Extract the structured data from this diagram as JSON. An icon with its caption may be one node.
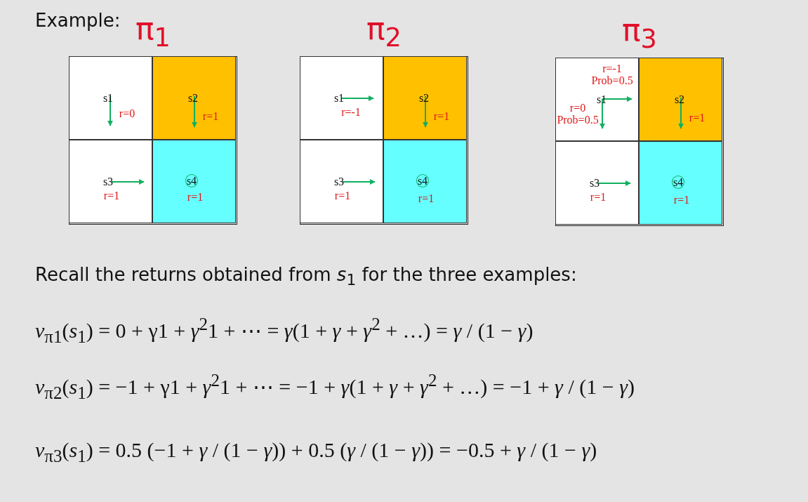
{
  "diagram": {
    "nodes": [
      {
        "text": [
          "π$_{1}$"
        ]
      },
      {
        "text": [
          "s1",
          "r=0"
        ],
        "in": 0
      },
      {
        "text": [
          "s2",
          "r=1"
        ],
        "in": 0
      },
      {
        "text": [
          "s3",
          "r=1"
        ],
        "in": 0
      },
      {
        "text": [
          "s4",
          "r=1"
        ],
        "in": 0
      },
      {
        "text": [
          "π$_{2}$"
        ]
      },
      {
        "text": [
          "s1",
          "r=-1"
        ],
        "in": 5
      },
      {
        "text": [
          "s2",
          "r=1"
        ],
        "in": 5
      },
      {
        "text": [
          "s3",
          "r=1"
        ],
        "in": 5
      },
      {
        "text": [
          "s4",
          "r=1"
        ],
        "in": 5
      },
      {
        "text": [
          "π$_{3}$"
        ]
      },
      {
        "text": [
          "r=-1 Prob=0.5",
          "s1",
          "r=0 Prob=0.5"
        ],
        "in": 10
      },
      {
        "text": [
          "s2",
          "r=1"
        ],
        "in": 10
      },
      {
        "text": [
          "s3",
          "r=1"
        ],
        "in": 10
      },
      {
        "text": [
          "s4",
          "r=1"
        ],
        "in": 10
      }
    ],
    "edges": [],
    "labels": [
      "Example:",
      "Recall the returns obtained from *s*$_{1}$ for the three examples:",
      "*v*$_{π1}$(*s*$_{1}$) = 0 + γ1 + *γ*$^{2}$1 + ⋯ = *γ*(1 + *γ* + *γ*$^{2}$ + …) = *γ* / (1 − *γ*)",
      "*v*$_{π2}$(*s*$_{1}$) = −1 + γ1 + *γ*$^{2}$1 + ⋯ = −1 + *γ*(1 + *γ* + *γ*$^{2}$ + …) = −1 + *γ* / (1 − *γ*)",
      "*v*$_{π3}$(*s*$_{1}$) = 0.5 (−1 + *γ* / (1 − *γ*)) + 0.5 (*γ* / (1 − *γ*)) = −0.5 + *γ* / (1 − *γ*)"
    ]
  }
}
